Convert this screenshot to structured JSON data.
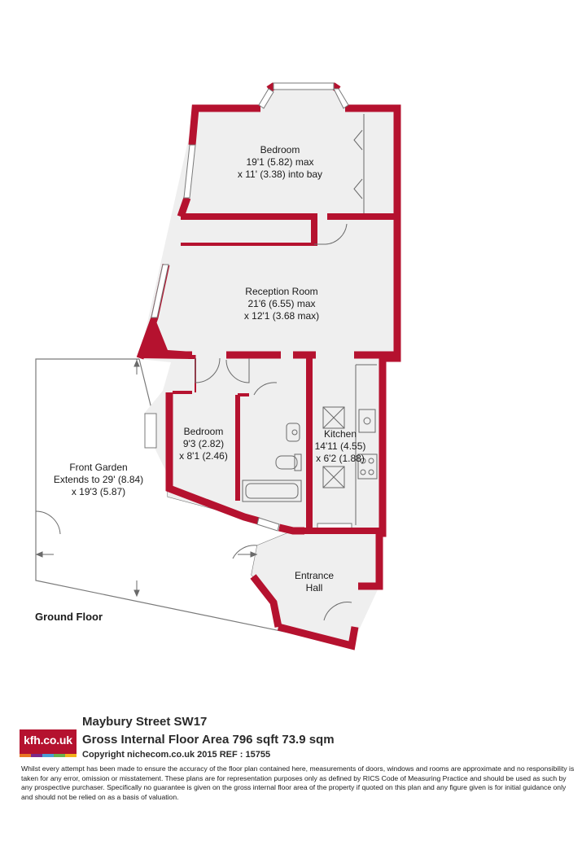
{
  "plan": {
    "rooms": [
      {
        "name": "Bedroom",
        "dims": [
          "19'1 (5.82) max",
          "x 11' (3.38) into bay"
        ]
      },
      {
        "name": "Reception Room",
        "dims": [
          "21'6 (6.55) max",
          "x 12'1 (3.68 max)"
        ]
      },
      {
        "name": "Bedroom",
        "dims": [
          "9'3 (2.82)",
          "x 8'1 (2.46)"
        ]
      },
      {
        "name": "Kitchen",
        "dims": [
          "14'11 (4.55)",
          "x 6'2 (1.88)"
        ]
      },
      {
        "name": "Front Garden",
        "dims": [
          "Extends to 29' (8.84)",
          "x 19'3 (5.87)"
        ]
      },
      {
        "name": "Entrance",
        "dims": [
          "Hall"
        ]
      }
    ],
    "floor_label": "Ground Floor"
  },
  "footer": {
    "logo_text": "kfh.co.uk",
    "logo_colors": [
      "#e87722",
      "#7a2a8a",
      "#4a9fd4",
      "#6ab04c",
      "#f2b21b"
    ],
    "address": "Maybury Street  SW17",
    "area": "Gross Internal Floor Area 796 sqft 73.9 sqm",
    "copyright": "Copyright nichecom.co.uk 2015 REF : 15755",
    "disclaimer": "Whilst every attempt has been made to ensure the accuracy of the floor plan contained here, measurements of doors, windows and rooms are approximate and no responsibility is taken for any error, omission or misstatement.  These plans are for representation purposes only as defined by RICS Code of Measuring Practice and should be used as such by any prospective purchaser.  Specifically no guarantee is given on the gross internal floor area of the property if quoted on this plan and any figure given is for initial guidance only and should not be relied on as a basis of valuation."
  },
  "colors": {
    "wall": "#b5122f",
    "floor": "#efefef",
    "line": "#6a6a6a"
  }
}
